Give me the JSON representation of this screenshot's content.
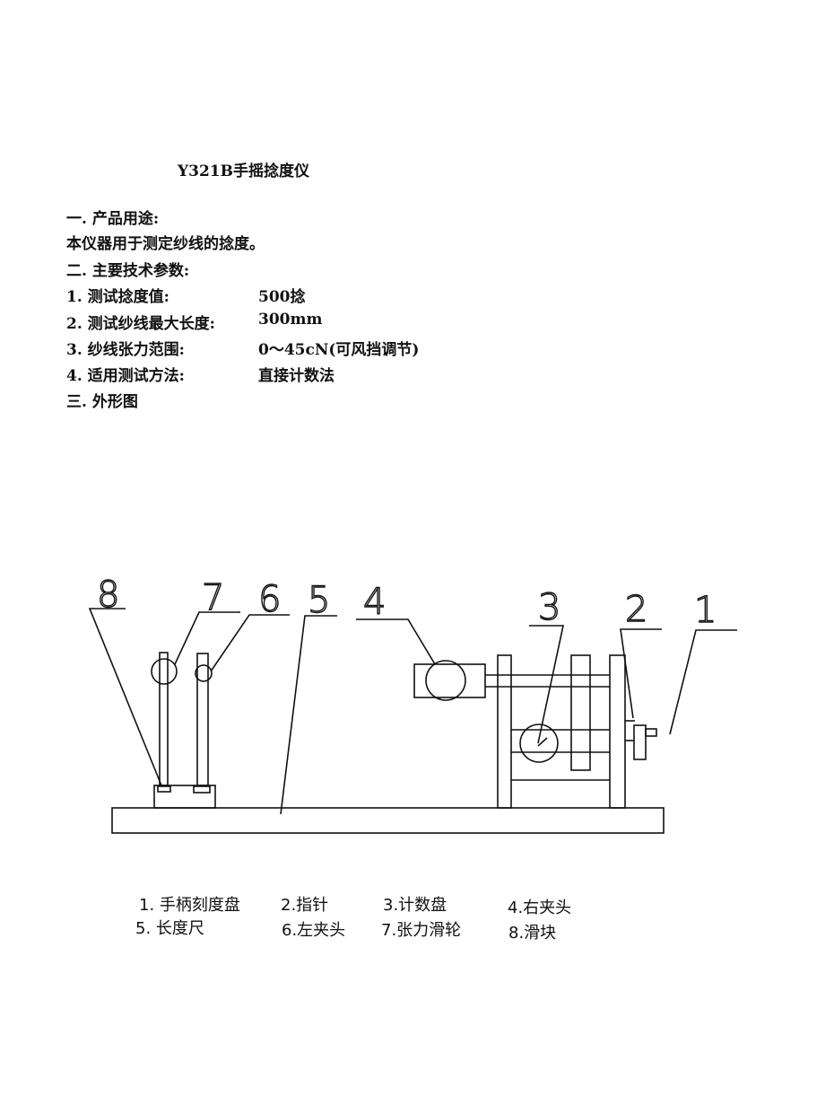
{
  "document": {
    "title": "Y321B手摇捻度仪",
    "sections": [
      {
        "heading": "一. 产品用途:",
        "text": "本仪器用于测定纱线的捻度。"
      },
      {
        "heading": "二. 主要技术参数:"
      }
    ],
    "parameters": [
      {
        "label": "1. 测试捻度值:",
        "value": "500捻"
      },
      {
        "label": "2. 测试纱线最大长度:",
        "value": "300mm"
      },
      {
        "label": "3. 纱线张力范围:",
        "value": "0～45cN(可风挡调节)"
      },
      {
        "label": "4. 适用测试方法:",
        "value": "直接计数法"
      }
    ],
    "figure_heading": "三. 外形图"
  },
  "diagram": {
    "callouts": [
      "8",
      "7",
      "6",
      "5",
      "4",
      "3",
      "2",
      "1"
    ]
  },
  "legend": {
    "row1": [
      "1.  手柄刻度盘",
      "2.指针",
      "3.计数盘",
      "4.右夹头"
    ],
    "row2": [
      "5.  长度尺",
      "6.左夹头",
      "7.张力滑轮",
      "8.滑块"
    ]
  }
}
